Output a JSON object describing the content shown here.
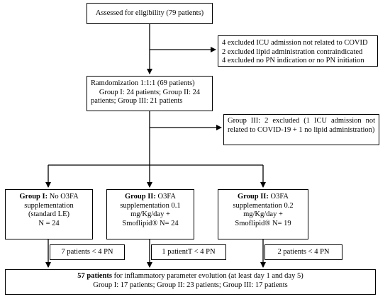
{
  "assessed": {
    "text": "Assessed for eligibility (79 patients)"
  },
  "excluded1": {
    "lines": [
      "4 excluded ICU admission not related to COVID",
      "2 excluded lipid administration contraindicated",
      "4 excluded no PN indication or no PN initiation"
    ]
  },
  "randomization": {
    "line1": "Ramdomization 1:1:1  (69 patients)",
    "line2": "Group I: 24 patients; Group II: 24 patients; Group III: 21 patients"
  },
  "excluded2": {
    "text": "Group III: 2 excluded (1 ICU admission not related to COVID-19 + 1 no lipid administration)"
  },
  "group1": {
    "title": "Group I:",
    "title_rest": " No O3FA",
    "lines": [
      "supplementation",
      "(standard LE)",
      "N = 24"
    ]
  },
  "group2": {
    "title": "Group II:",
    "title_rest": " O3FA",
    "lines": [
      "supplementation 0.1",
      "mg/Kg/day +",
      "Smoflipid® N= 24"
    ]
  },
  "group3": {
    "title": "Group II:",
    "title_rest": " O3FA",
    "lines": [
      "supplementation 0.2",
      "mg/Kg/day +",
      "Smoflipid® N= 19"
    ]
  },
  "lost1": {
    "text": "7 patients < 4 PN"
  },
  "lost2": {
    "text": "1 patientT < 4 PN"
  },
  "lost3": {
    "text": "2 patients < 4 PN"
  },
  "final": {
    "bold": "57 patients",
    "rest": " for inflammatory parameter evolution (at least day 1 and day 5)",
    "line2": "Group I: 17 patients;  Group II: 23 patients;  Group III: 17 patients"
  }
}
